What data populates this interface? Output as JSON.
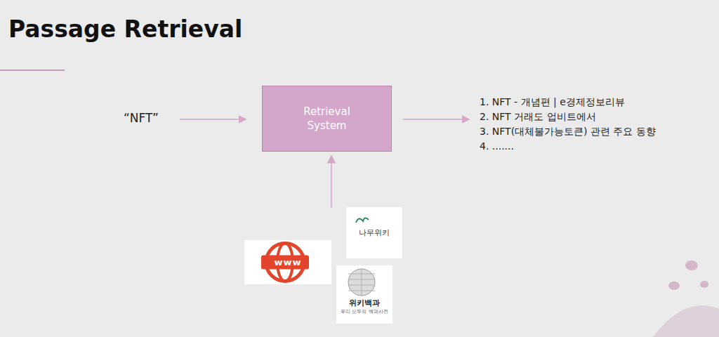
{
  "diagram": {
    "title": "Passage Retrieval",
    "nodes": [
      {
        "text": [
          "Retrieval System"
        ]
      },
      {
        "text": [
          "나무위키"
        ]
      },
      {
        "text": [
          "www"
        ]
      },
      {
        "text": [
          "위키백과",
          "우리 모두의 백과사전"
        ]
      }
    ],
    "labels": [
      "“NFT”",
      "1. NFT - 개념편 | e경제정보리뷰",
      "2. NFT 거래도 업비트에서",
      "3. NFT(대체불가능토큰) 관련 주요 동향",
      "4. ......."
    ]
  }
}
